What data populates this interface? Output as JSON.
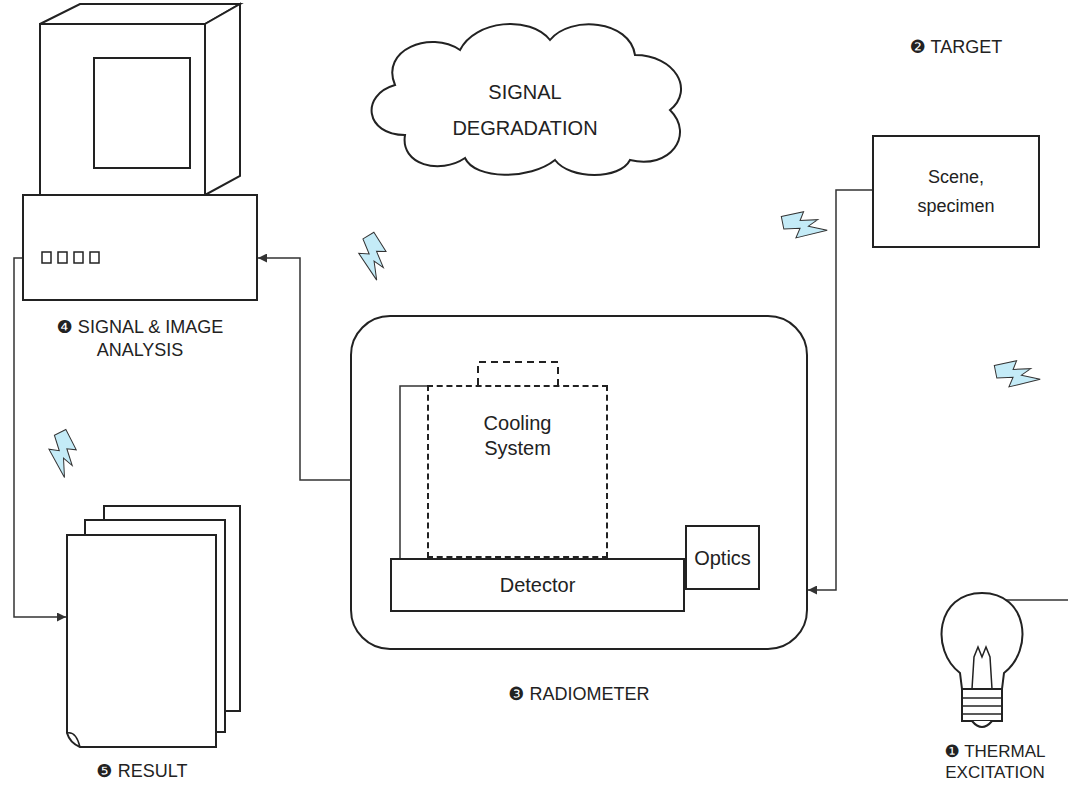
{
  "diagram": {
    "nodes": [
      {
        "text": [
          "SIGNAL DEGRADATION"
        ]
      },
      {
        "text": [
          "❷ TARGET",
          "Scene, specimen"
        ]
      },
      {
        "text": [
          "❹ SIGNAL & IMAGE ANALYSIS"
        ]
      },
      {
        "text": [
          "❸ RADIOMETER"
        ]
      },
      {
        "text": [
          "Cooling System"
        ],
        "in": 3
      },
      {
        "text": [
          "Detector"
        ],
        "in": 3
      },
      {
        "text": [
          "Optics"
        ],
        "in": 3
      },
      {
        "text": [
          "❺ RESULT"
        ]
      },
      {
        "text": [
          "❶ THERMAL EXCITATION"
        ]
      }
    ],
    "edges": [
      {
        "from": 1,
        "to": 3,
        "arrow": "to"
      },
      {
        "from": 3,
        "to": 2,
        "arrow": "to"
      },
      {
        "from": 2,
        "to": 7,
        "arrow": "to"
      },
      {
        "from": 5,
        "to": 4,
        "arrow": "none"
      }
    ]
  }
}
